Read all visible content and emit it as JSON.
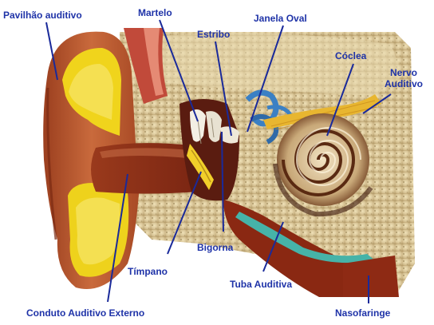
{
  "diagram": {
    "labels": {
      "pinna": "Pavilhão auditivo",
      "malleus": "Martelo",
      "stapes": "Estribo",
      "oval_window": "Janela Oval",
      "cochlea": "Cóclea",
      "auditory_nerve_line1": "Nervo",
      "auditory_nerve_line2": "Auditivo",
      "incus": "Bigorna",
      "tympanum": "Tímpano",
      "eustachian_tube": "Tuba Auditiva",
      "ear_canal": "Conduto Auditivo Externo",
      "nasopharynx": "Nasofaringe"
    },
    "colors": {
      "label_text": "#1f33a8",
      "leader_line": "#1a2a9a",
      "bone": "#d8c79a",
      "skin": "#b8562e",
      "cartilage": "#f2dc1e",
      "canal": "#8a2e18",
      "nerve": "#e8b630",
      "cochlea_fluid": "#3fa9a3",
      "canals_blue": "#3b80c4"
    }
  }
}
